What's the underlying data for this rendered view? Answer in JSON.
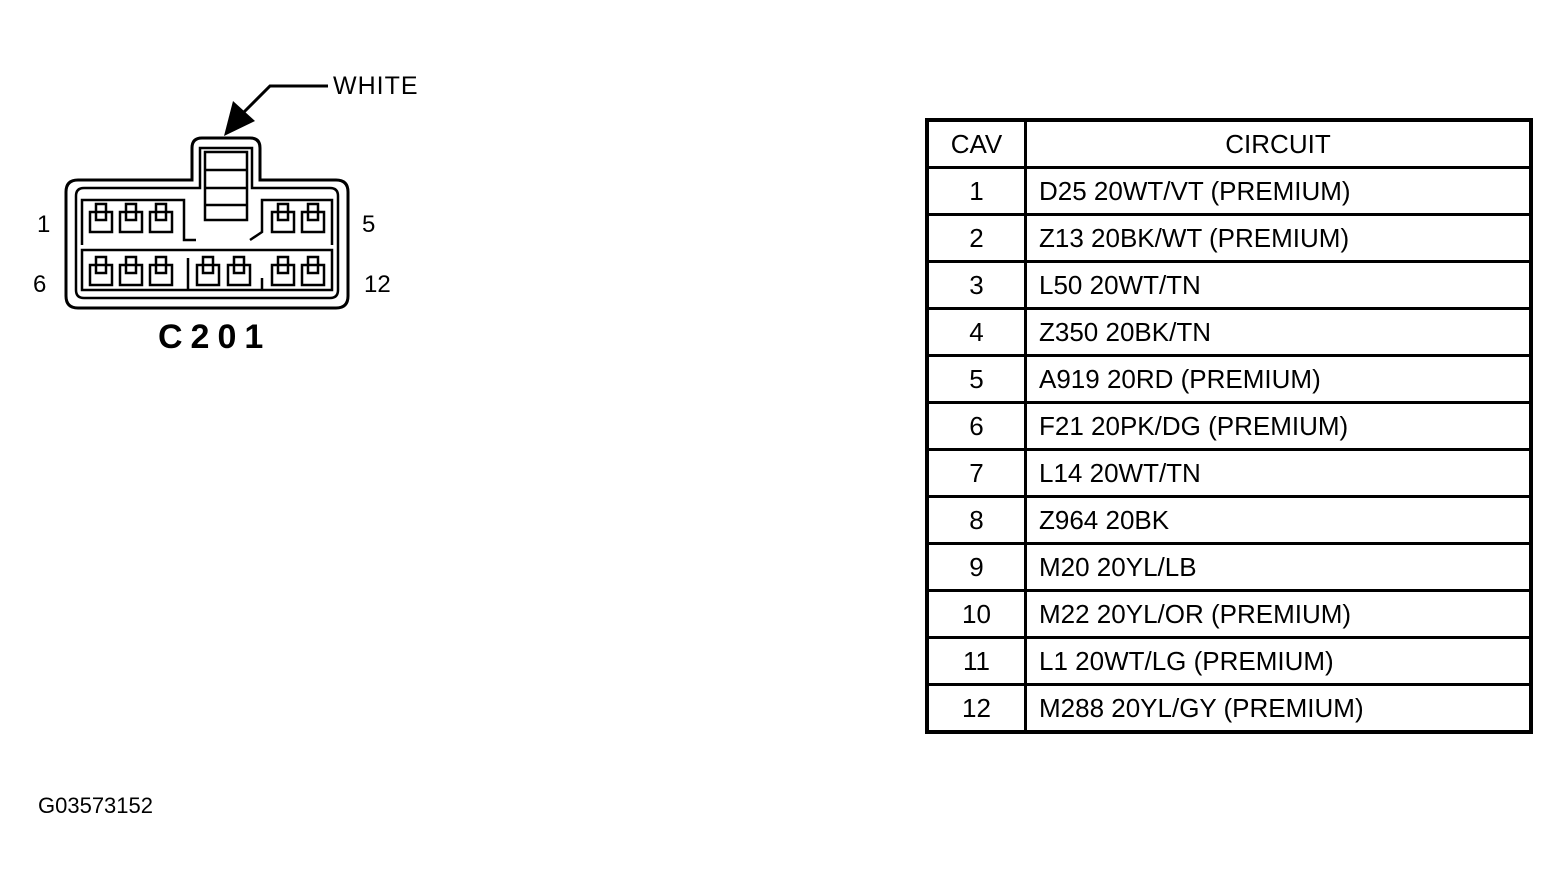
{
  "connector": {
    "name": "C201",
    "color_label": "WHITE",
    "pin_labels": {
      "top_left": "1",
      "top_right": "5",
      "bottom_left": "6",
      "bottom_right": "12"
    }
  },
  "table": {
    "headers": {
      "cav": "CAV",
      "circuit": "CIRCUIT"
    },
    "rows": [
      {
        "cav": "1",
        "circuit": "D25  20WT/VT  (PREMIUM)"
      },
      {
        "cav": "2",
        "circuit": "Z13  20BK/WT  (PREMIUM)"
      },
      {
        "cav": "3",
        "circuit": "L50  20WT/TN"
      },
      {
        "cav": "4",
        "circuit": "Z350  20BK/TN"
      },
      {
        "cav": "5",
        "circuit": "A919  20RD  (PREMIUM)"
      },
      {
        "cav": "6",
        "circuit": "F21  20PK/DG  (PREMIUM)"
      },
      {
        "cav": "7",
        "circuit": "L14  20WT/TN"
      },
      {
        "cav": "8",
        "circuit": "Z964  20BK"
      },
      {
        "cav": "9",
        "circuit": "M20  20YL/LB"
      },
      {
        "cav": "10",
        "circuit": "M22  20YL/OR  (PREMIUM)"
      },
      {
        "cav": "11",
        "circuit": "L1  20WT/LG  (PREMIUM)"
      },
      {
        "cav": "12",
        "circuit": "M288  20YL/GY  (PREMIUM)"
      }
    ]
  },
  "figure_id": "G03573152"
}
